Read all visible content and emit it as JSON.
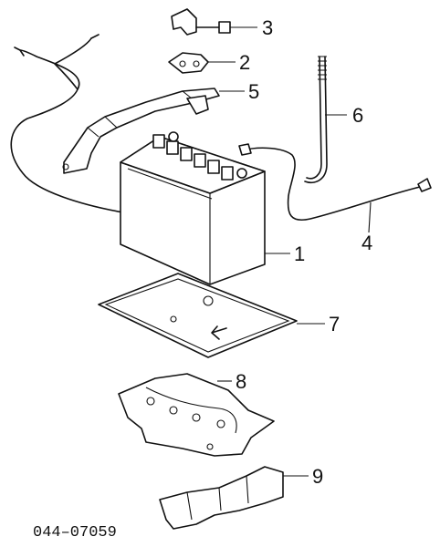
{
  "diagram": {
    "callouts": [
      "3",
      "2",
      "5",
      "6",
      "1",
      "4",
      "7",
      "8",
      "9"
    ],
    "drawing_code": "044–07059"
  }
}
